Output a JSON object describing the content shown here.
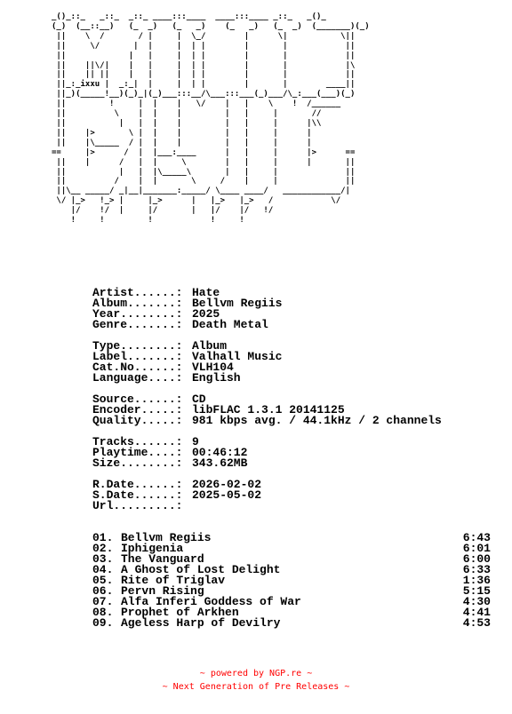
{
  "logo_ascii": "_()_::_   _::_  _::_ ____:::____  ____:::____ _::_   _()_\n(_)  (__::__)   (_  _)   (_   _)    (_   _)   (_  _)  (_______)(_)\n ||    \\  /       / |     |  \\_/        |      \\|           \\||\n ||     \\/       |  |     |  | |        |       |            ||\n ||             |   |     |  | |        |       |            ||\n ||    ||\\/|    |   |     |  | |        |       |            |\\\n ||    || ||    |   |     |  | |        |       |            ||\n ||_:_ixxu |  _:_|  |     |  | |        |       |        ____||\n ||_)(_____!__)(_)_|(_)___:::__/\\___:::___(_)___/\\_:___(___)(_)\n ||         !     |  |    |   \\/    |   |    \\    !  /______\n ||          \\    |  |    |         |   |     |       //\n ||           |   |  |    |         |   |     |      |\\\\\n ||    |>       \\ |  |    |         |   |     |      | \n ||    |\\_____  / |  |    |         |   |     |      | \n==     |>      /  |  |___:____      |   |     |      |>      ==\n ||    |      /   |  |     \\        |   |     |      |       ||\n ||           |   |  |\\_____\\       |   |     |              ||\n ||          /    |  |       \\     /    |     |              ||\n ||\\__ _____/ _|__|_______:_____/ \\____ ____/   ____________/|\n \\/ |_>   !_> |     |_>      |   |_>   |_>   /            \\/\n    |/    !/  |     |/       |   |/    |/   !/\n    !     !         !            !     !",
  "info": [
    {
      "key": "Artist......:",
      "value": "Hate"
    },
    {
      "key": "Album.......:",
      "value": "Bellvm Regiis"
    },
    {
      "key": "Year........:",
      "value": "2025"
    },
    {
      "key": "Genre.......:",
      "value": "Death Metal"
    }
  ],
  "release": [
    {
      "key": "Type........:",
      "value": "Album"
    },
    {
      "key": "Label.......:",
      "value": "Valhall Music"
    },
    {
      "key": "Cat.No......:",
      "value": "VLH104"
    },
    {
      "key": "Language....:",
      "value": "English"
    }
  ],
  "encoding": [
    {
      "key": "Source......:",
      "value": "CD"
    },
    {
      "key": "Encoder.....:",
      "value": "libFLAC 1.3.1 20141125"
    },
    {
      "key": "Quality.....:",
      "value": "981 kbps avg. / 44.1kHz / 2 channels"
    }
  ],
  "stats": [
    {
      "key": "Tracks......:",
      "value": "9"
    },
    {
      "key": "Playtime....:",
      "value": "00:46:12"
    },
    {
      "key": "Size........:",
      "value": "343.62MB"
    }
  ],
  "dates": [
    {
      "key": "R.Date......:",
      "value": "2026-02-02"
    },
    {
      "key": "S.Date......:",
      "value": "2025-05-02"
    },
    {
      "key": "Url.........:",
      "value": ""
    }
  ],
  "tracks": [
    {
      "num": "01.",
      "title": "Bellvm Regiis",
      "duration": "6:43"
    },
    {
      "num": "02.",
      "title": "Iphigenia",
      "duration": "6:01"
    },
    {
      "num": "03.",
      "title": "The Vanguard",
      "duration": "6:00"
    },
    {
      "num": "04.",
      "title": "A Ghost of Lost Delight",
      "duration": "6:33"
    },
    {
      "num": "05.",
      "title": "Rite of Triglav",
      "duration": "1:36"
    },
    {
      "num": "06.",
      "title": "Pervn Rising",
      "duration": "5:15"
    },
    {
      "num": "07.",
      "title": "Alfa Inferi Goddess of War",
      "duration": "4:30"
    },
    {
      "num": "08.",
      "title": "Prophet of Arkhen",
      "duration": "4:41"
    },
    {
      "num": "09.",
      "title": "Ageless Harp of Devilry",
      "duration": "4:53"
    }
  ],
  "footer": {
    "line1": "~ powered by NGP.re ~",
    "line2": "~ Next Generation of Pre Releases ~",
    "color": "#ff0000"
  }
}
